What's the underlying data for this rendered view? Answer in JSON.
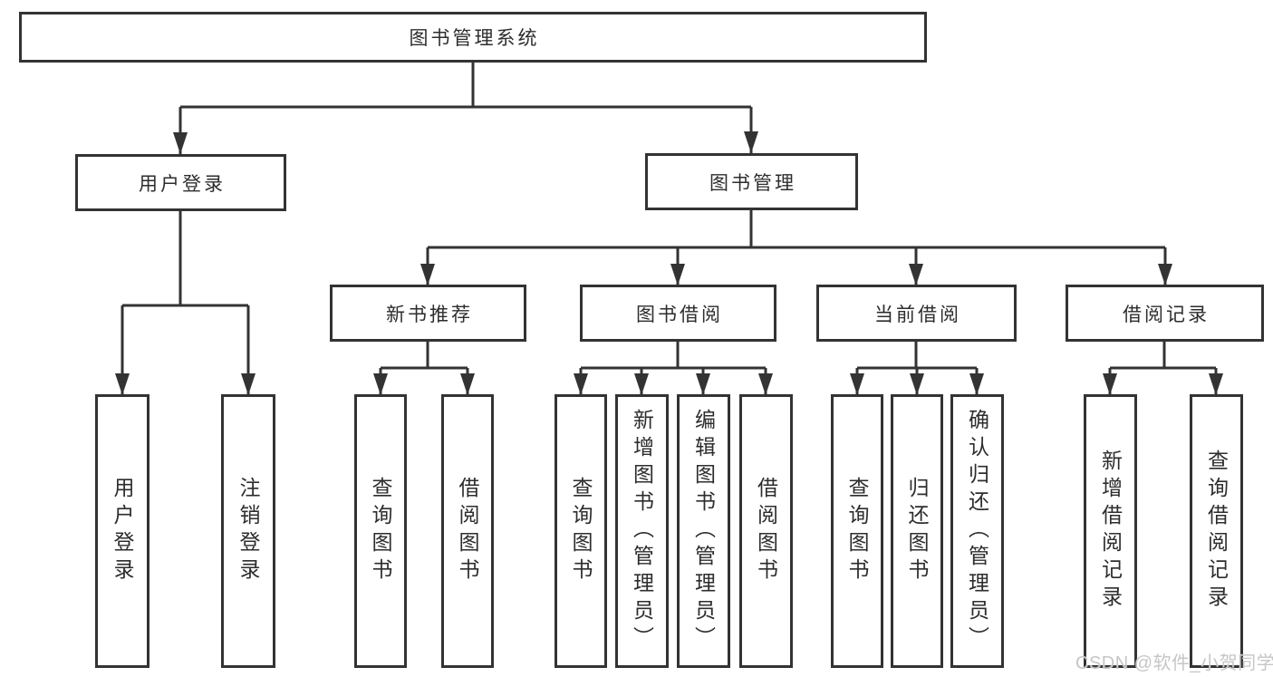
{
  "diagram": {
    "title": "图书管理系统",
    "branches": {
      "user_login": {
        "label": "用户登录",
        "children": [
          "用户登录",
          "注销登录"
        ]
      },
      "book_management": {
        "label": "图书管理",
        "modules": [
          {
            "label": "新书推荐",
            "children": [
              "查询图书",
              "借阅图书"
            ]
          },
          {
            "label": "图书借阅",
            "children": [
              "查询图书",
              "新增图书（管理员）",
              "编辑图书（管理员）",
              "借阅图书"
            ]
          },
          {
            "label": "当前借阅",
            "children": [
              "查询图书",
              "归还图书",
              "确认归还（管理员）"
            ]
          },
          {
            "label": "借阅记录",
            "children": [
              "新增借阅记录",
              "查询借阅记录"
            ]
          }
        ]
      }
    }
  },
  "watermark": "CSDN @软件_小贺同学",
  "colors": {
    "line": "#333333",
    "box_border": "#333333",
    "box_fill": "#ffffff",
    "text": "#2d2d2d",
    "watermark": "#c6c6c6"
  }
}
